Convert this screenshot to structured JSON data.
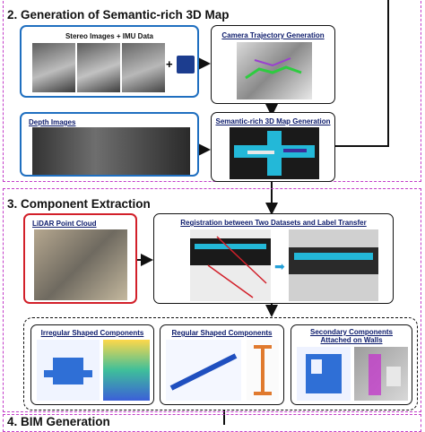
{
  "sections": {
    "s2": "2. Generation of Semantic-rich 3D Map",
    "s3": "3. Component Extraction",
    "s4": "4. BIM Generation"
  },
  "boxes": {
    "stereo": "Stereo Images + IMU Data",
    "camera": "Camera Trajectory Generation",
    "depth": "Depth Images",
    "semantic_map": "Semantic-rich 3D Map Generation",
    "lidar": "LiDAR Point Cloud",
    "registration": "Registration between Two Datasets  and  Label Transfer",
    "irregular": "Irregular Shaped Components",
    "regular": "Regular Shaped Components",
    "secondary_line1": "Secondary Components",
    "secondary_line2": "Attached on Walls"
  },
  "colors": {
    "section_border": "#c23cc9",
    "input_border": "#1f6fc0",
    "lidar_border": "#d2202a"
  },
  "icons": {
    "plus": "+",
    "imu": "imu-sensor-icon",
    "arrow": "flow-arrow"
  }
}
